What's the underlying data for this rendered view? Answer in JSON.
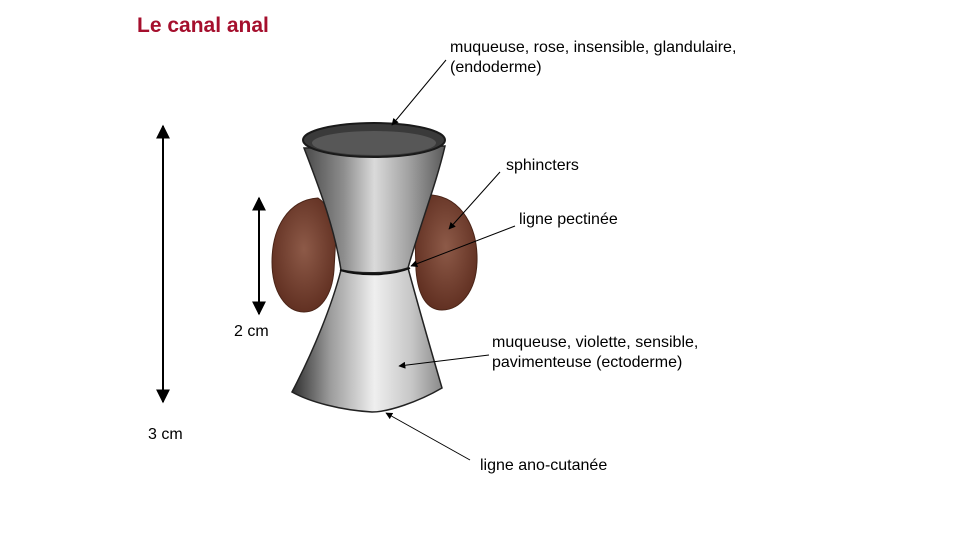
{
  "slide": {
    "title": "Le canal anal",
    "accent_color": "#a50f2d"
  },
  "labels": {
    "upper_mucosa_line1": "muqueuse, rose, insensible, glandulaire,",
    "upper_mucosa_line2": "(endoderme)",
    "sphincters": "sphincters",
    "pectinate_line": "ligne pectinée",
    "lower_mucosa_line1": "muqueuse, violette, sensible,",
    "lower_mucosa_line2": "pavimenteuse (ectoderme)",
    "anocutaneous_line": "ligne ano-cutanée"
  },
  "measurements": {
    "short": "2 cm",
    "long": "3 cm"
  }
}
